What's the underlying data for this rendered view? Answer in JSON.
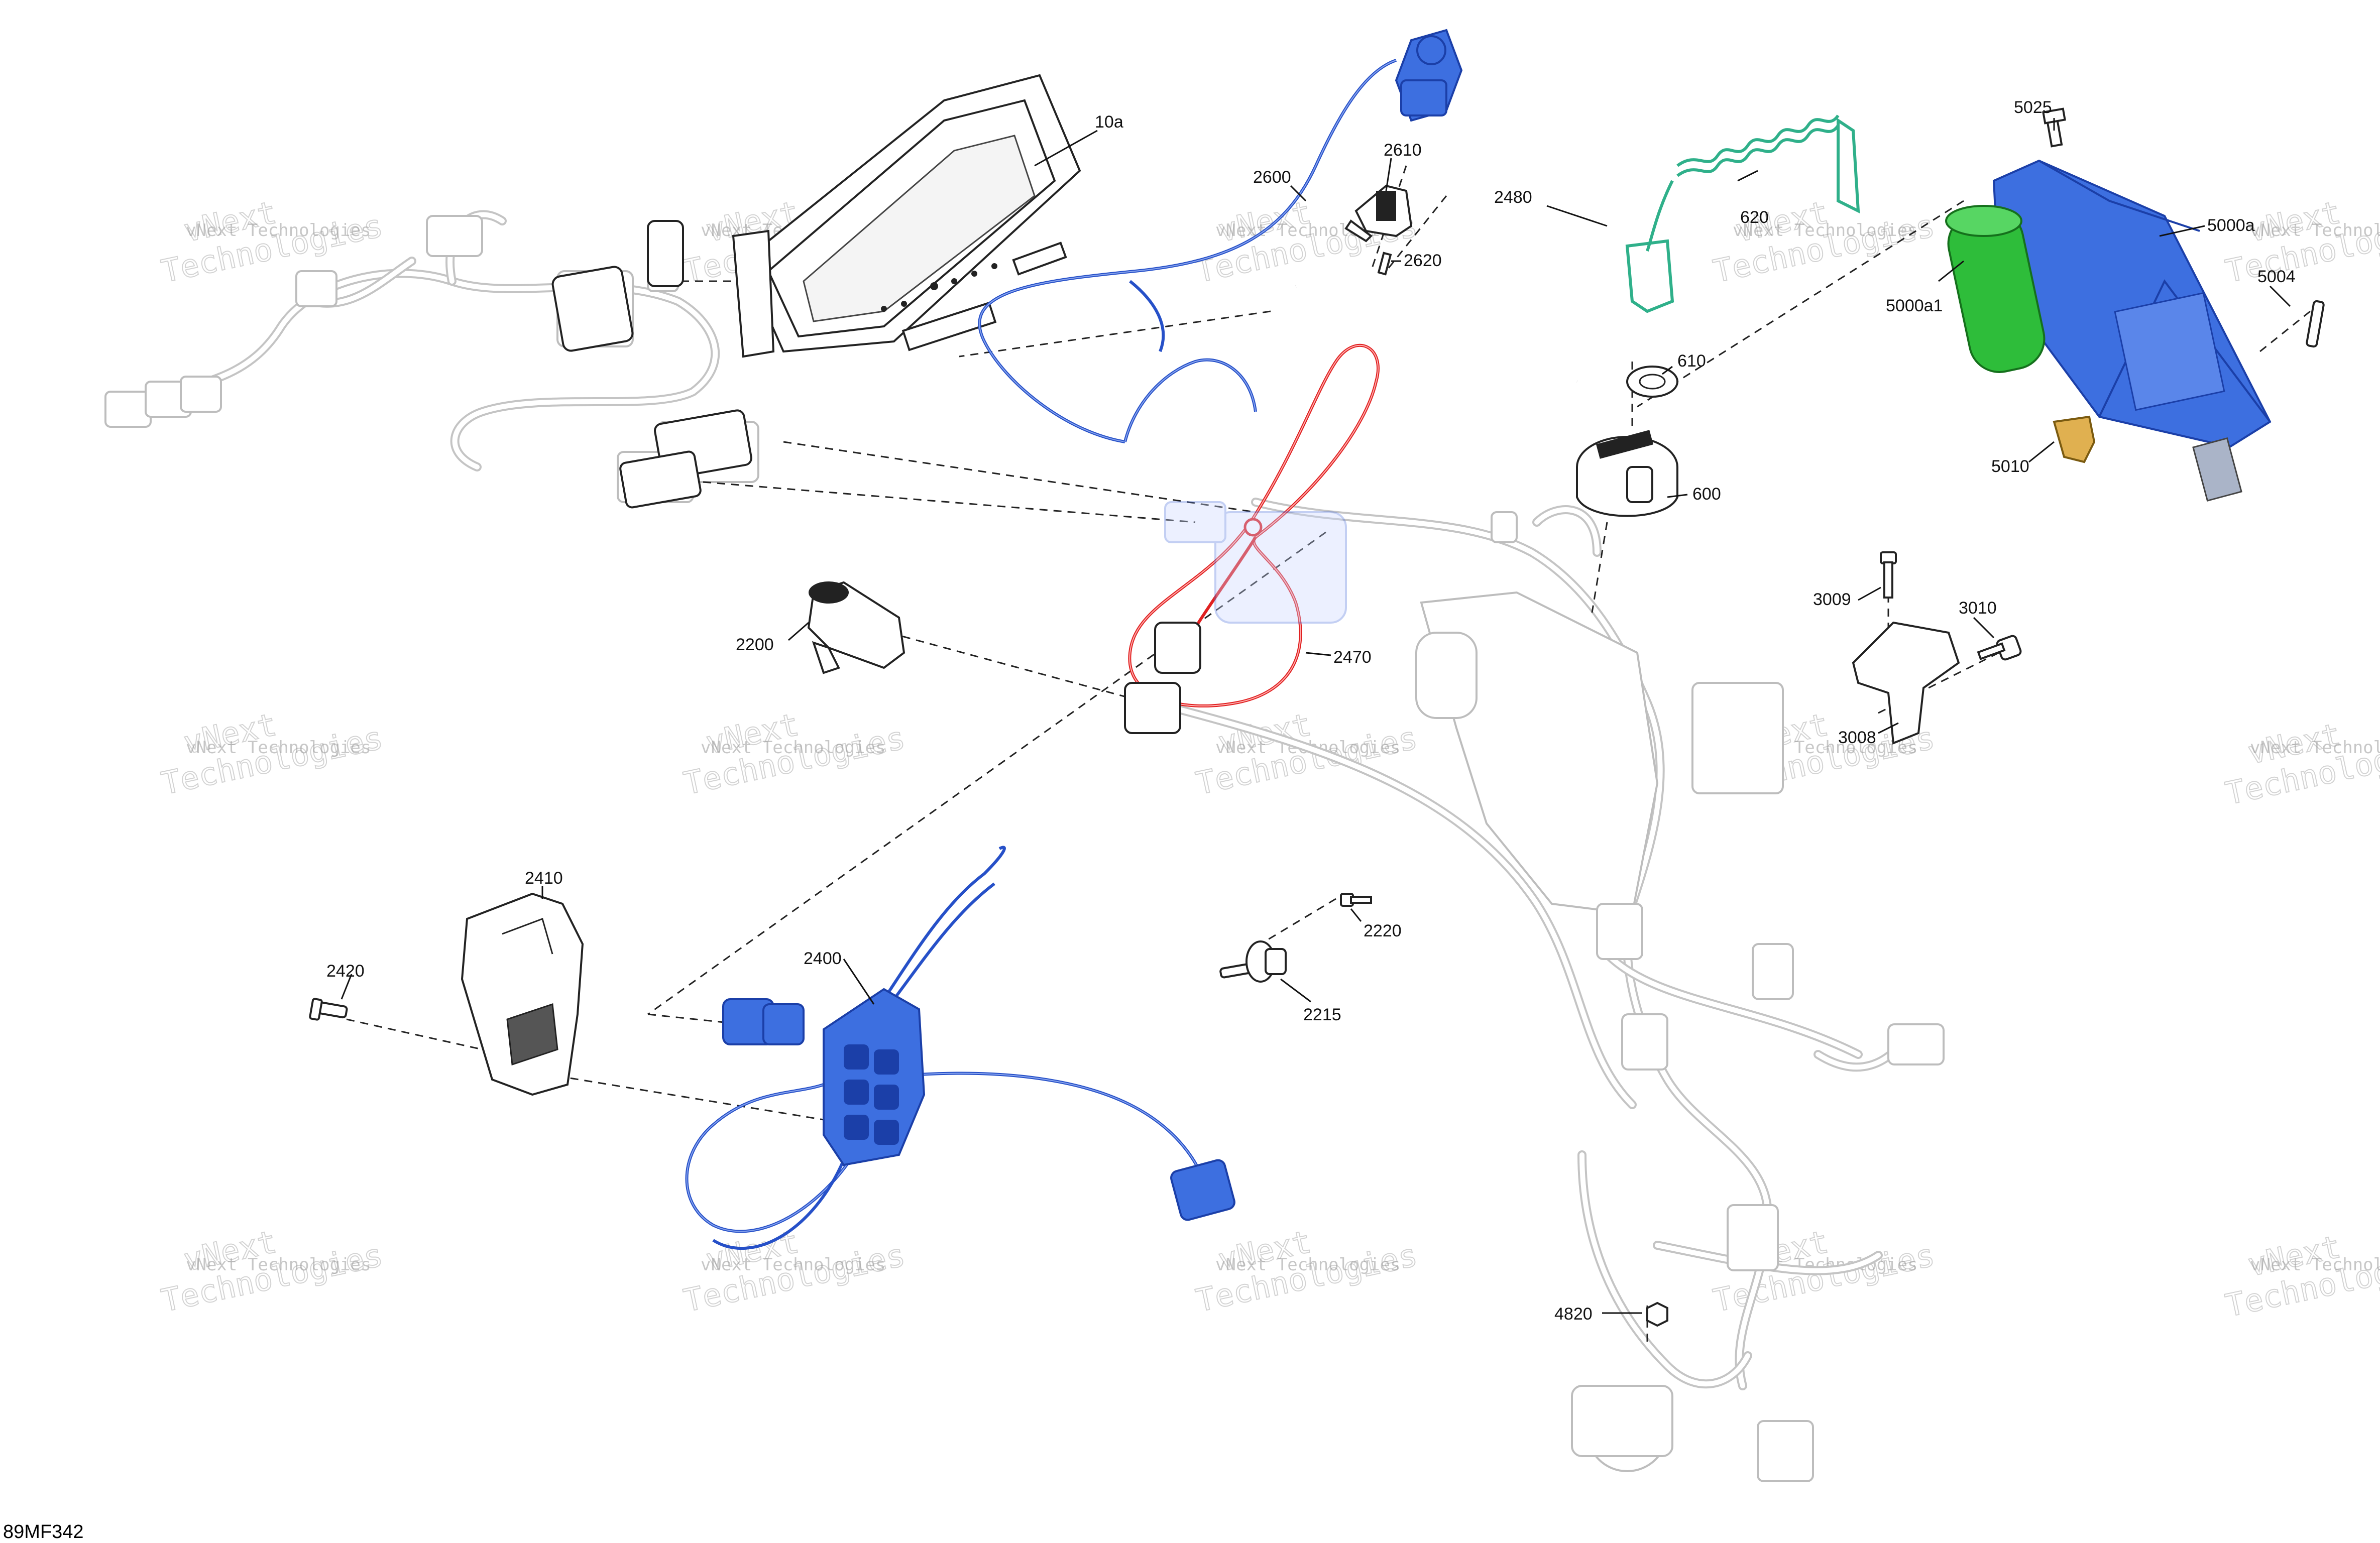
{
  "diagram": {
    "drawing_code": "89MF342",
    "callouts": {
      "p10a": "10a",
      "p2600": "2600",
      "p2610": "2610",
      "p2620": "2620",
      "p2480": "2480",
      "p620": "620",
      "p610": "610",
      "p600": "600",
      "p5025": "5025",
      "p5000a": "5000a",
      "p5000a1": "5000a1",
      "p5004": "5004",
      "p5010": "5010",
      "p2200": "2200",
      "p2470": "2470",
      "p3009": "3009",
      "p3010": "3010",
      "p3008": "3008",
      "p2410": "2410",
      "p2420": "2420",
      "p2400": "2400",
      "p2220": "2220",
      "p2215": "2215",
      "p4820": "4820"
    },
    "watermark": {
      "small": "vNext Technologies",
      "big_line1": "vNext",
      "big_line2": "Technologies"
    },
    "colors": {
      "blue_part": "#3d6fe0",
      "red_harness": "#e02020",
      "green_cord": "#2fb08a",
      "ghost_outline": "#bdbdbd"
    }
  }
}
